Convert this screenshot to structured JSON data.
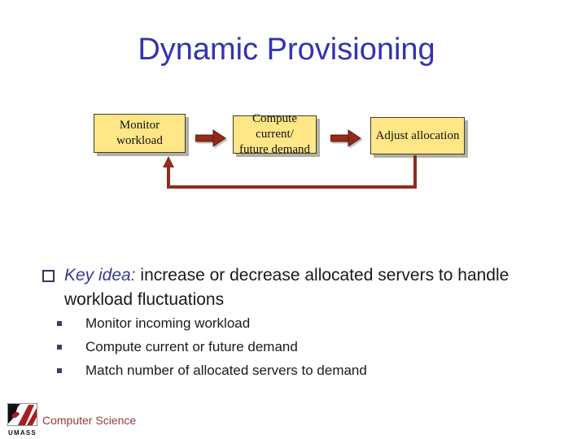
{
  "title": "Dynamic Provisioning",
  "colors": {
    "title_blue": "#3333b2",
    "arrow_maroon": "#8f2c1e",
    "box_fill_yellow": "#ffe687",
    "box_border": "#3f3f2a",
    "key_idea_blue": "#383890",
    "body_text": "#1a1a1a",
    "footer_maroon": "#96393b"
  },
  "diagram": {
    "boxes": [
      {
        "line1": "Monitor",
        "line2": "workload"
      },
      {
        "line1": "Compute current/",
        "line2": "future demand"
      },
      {
        "line1": "Adjust allocation",
        "line2": ""
      }
    ]
  },
  "key_idea": {
    "lead": "Key idea:",
    "rest": "increase or decrease allocated servers to handle workload fluctuations"
  },
  "sub_bullets": [
    "Monitor incoming workload",
    "Compute current or future demand",
    "Match number of allocated servers to demand"
  ],
  "footer": {
    "logo_text": "UMASS",
    "department": "Computer Science"
  }
}
